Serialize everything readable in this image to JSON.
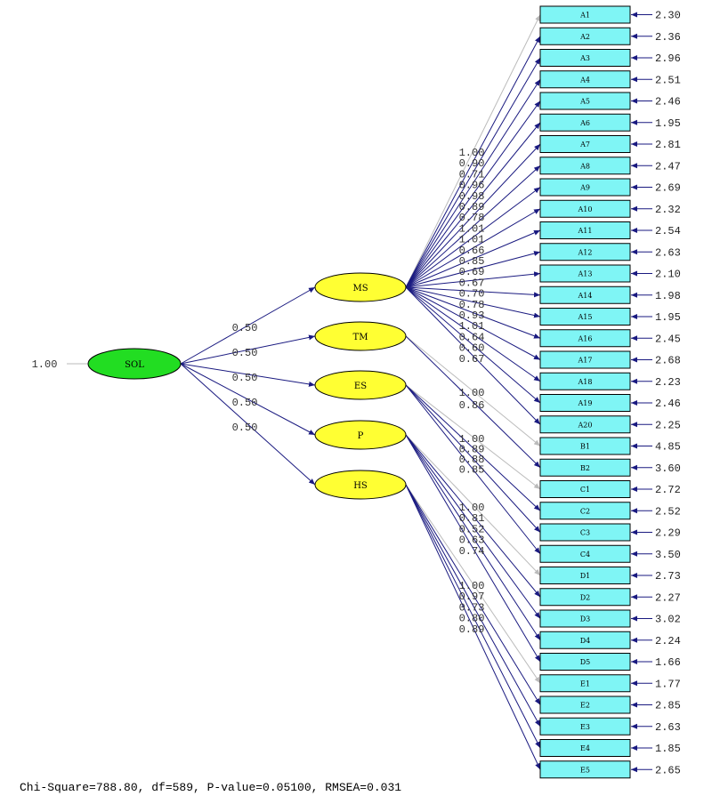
{
  "second_order": {
    "name": "SOL",
    "variance": "1.00",
    "loadings": [
      "0.50",
      "0.50",
      "0.50",
      "0.50",
      "0.50"
    ]
  },
  "factors": [
    {
      "name": "MS",
      "indicators": [
        "A1",
        "A2",
        "A3",
        "A4",
        "A5",
        "A6",
        "A7",
        "A8",
        "A9",
        "A10",
        "A11",
        "A12",
        "A13",
        "A14",
        "A15",
        "A16",
        "A17",
        "A18",
        "A19",
        "A20"
      ],
      "loadings": [
        "1.00",
        "0.90",
        "0.71",
        "0.96",
        "0.98",
        "0.89",
        "0.78",
        "1.01",
        "1.01",
        "0.66",
        "0.85",
        "0.69",
        "0.67",
        "0.70",
        "0.78",
        "0.93",
        "1.01",
        "0.64",
        "0.60",
        "0.67"
      ]
    },
    {
      "name": "TM",
      "indicators": [
        "B1",
        "B2"
      ],
      "loadings": [
        "1.00",
        "0.86"
      ]
    },
    {
      "name": "ES",
      "indicators": [
        "C1",
        "C2",
        "C3",
        "C4"
      ],
      "loadings": [
        "1.00",
        "0.89",
        "0.88",
        "0.85"
      ]
    },
    {
      "name": "P",
      "indicators": [
        "D1",
        "D2",
        "D3",
        "D4",
        "D5"
      ],
      "loadings": [
        "1.00",
        "0.81",
        "0.52",
        "0.63",
        "0.74"
      ]
    },
    {
      "name": "HS",
      "indicators": [
        "E1",
        "E2",
        "E3",
        "E4",
        "E5"
      ],
      "loadings": [
        "1.00",
        "0.97",
        "0.73",
        "0.80",
        "0.89"
      ]
    }
  ],
  "error_variances": [
    "2.30",
    "2.36",
    "2.96",
    "2.51",
    "2.46",
    "1.95",
    "2.81",
    "2.47",
    "2.69",
    "2.32",
    "2.54",
    "2.63",
    "2.10",
    "1.98",
    "1.95",
    "2.45",
    "2.68",
    "2.23",
    "2.46",
    "2.25",
    "4.85",
    "3.60",
    "2.72",
    "2.52",
    "2.29",
    "3.50",
    "2.73",
    "2.27",
    "3.02",
    "2.24",
    "1.66",
    "1.77",
    "2.85",
    "2.63",
    "1.85",
    "2.65"
  ],
  "fit_stats": "Chi-Square=788.80, df=589, P-value=0.05100, RMSEA=0.031",
  "colors": {
    "observed_fill": "#7ff5f5",
    "factor_fill": "#ffff33",
    "second_order_fill": "#22dd22",
    "path": "#1a1a80",
    "fixed_path": "#bbbbbb"
  }
}
